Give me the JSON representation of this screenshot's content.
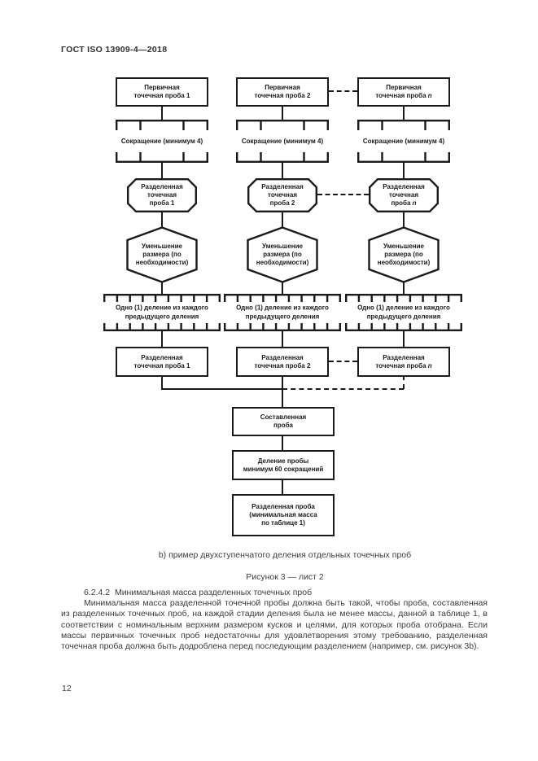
{
  "page": {
    "header_title": "ГОСТ ISO 13909-4—2018",
    "page_number": "12"
  },
  "diagram": {
    "columns": [
      {
        "suffix": "1",
        "primary": "Первичная\nточечная проба ",
        "reduction": "Сокращение (минимум 4)",
        "divided_increment": "Разделенная\nточечная\nпроба ",
        "size_reduction": "Уменьшение\nразмера (по\nнеобходимости)",
        "one_division": "Одно (1) деление из каждого\nпредыдущего деления",
        "divided_sample": "Разделенная\nточечная проба "
      },
      {
        "suffix": "2",
        "primary": "Первичная\nточечная проба ",
        "reduction": "Сокращение (минимум 4)",
        "divided_increment": "Разделенная\nточечная\nпроба ",
        "size_reduction": "Уменьшение\nразмера (по\nнеобходимости)",
        "one_division": "Одно (1) деление из каждого\nпредыдущего деления",
        "divided_sample": "Разделенная\nточечная проба "
      },
      {
        "suffix": "n",
        "primary": "Первичная\nточечная проба ",
        "reduction": "Сокращение (минимум 4)",
        "divided_increment": "Разделенная\nточечная\nпроба ",
        "size_reduction": "Уменьшение\nразмера (по\nнеобходимости)",
        "one_division": "Одно (1) деление из каждого\nпредыдущего деления",
        "divided_sample": "Разделенная\nточечная проба "
      }
    ],
    "composite": "Составленная\nпроба",
    "division_60": "Деление пробы\nминимум 60 сокращений",
    "final_sample": "Разделенная проба\n(минимальная масса\nпо таблице 1)"
  },
  "captions": {
    "subfigure": "b) пример двухступенчатого деления отдельных точечных проб",
    "figure": "Рисунок 3 — лист 2"
  },
  "section": {
    "heading": "6.2.4.2  Минимальная масса разделенных точечных проб",
    "paragraph": "Минимальная масса разделенной точечной пробы должна быть такой, чтобы проба, составленная из разделенных точечных проб, на каждой стадии деления была не менее массы, данной в таблице 1, в соответствии с номинальным верхним размером кусков и целями, для которых проба отобрана. Если массы первичных точечных проб недостаточны для удовлетворения этому требованию, разделенная точечная проба должна быть додроблена перед последующим разделением (например, см. рисунок 3b)."
  }
}
